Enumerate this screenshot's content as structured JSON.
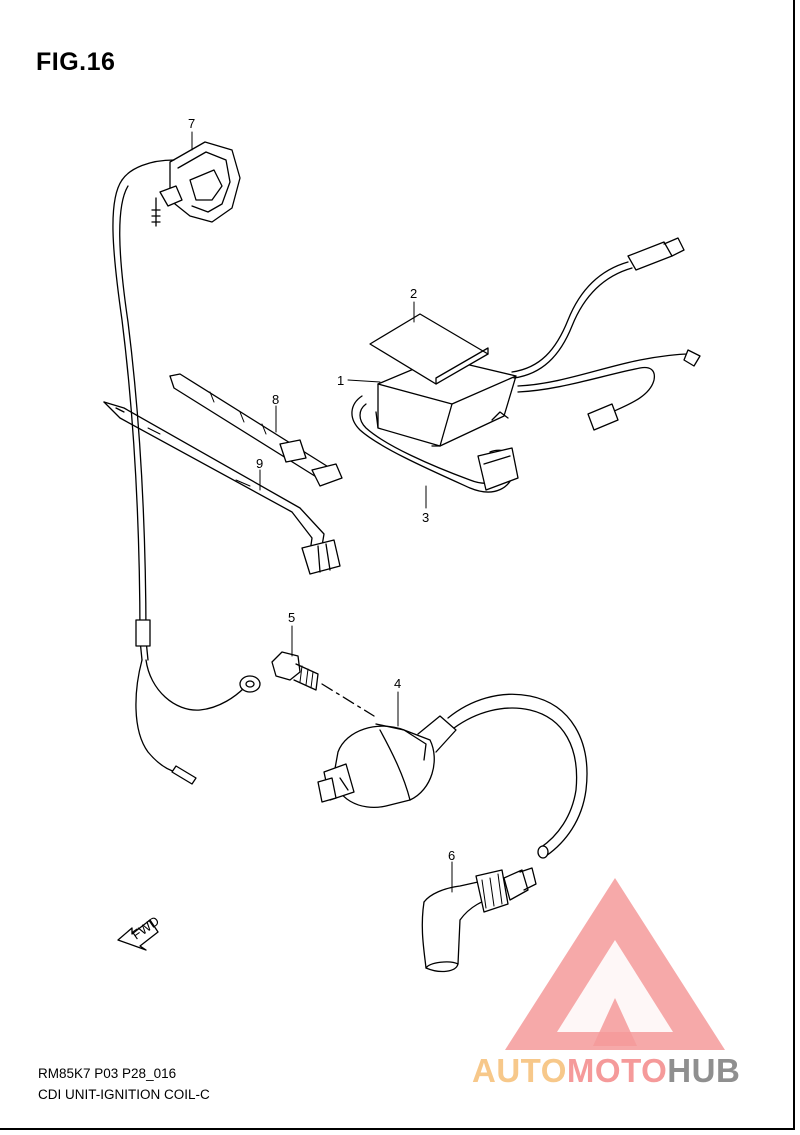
{
  "figure": {
    "title": "FIG.16"
  },
  "callouts": {
    "c1": "1",
    "c2": "2",
    "c3": "3",
    "c4": "4",
    "c5": "5",
    "c6": "6",
    "c7": "7",
    "c8": "8",
    "c9": "9"
  },
  "fwd_label": "FWD",
  "footer": {
    "model_code": "RM85K7 P03 P28_016",
    "part_name": "CDI UNIT-IGNITION COIL-C"
  },
  "watermark": {
    "part1": "AUTO",
    "part2": "MOTO",
    "part3": "HUB",
    "colors": {
      "triangle": "#f59a9a",
      "auto": "#f7c88a",
      "hub": "#8f8f8f"
    }
  }
}
